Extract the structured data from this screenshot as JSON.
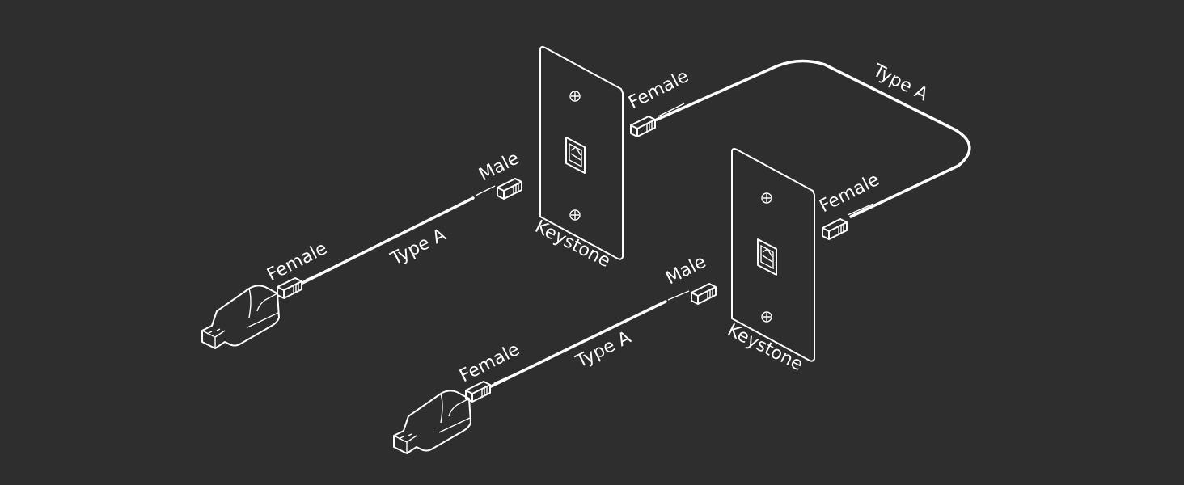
{
  "colors": {
    "background": "#2e2e2e",
    "line": "#ffffff"
  },
  "labels": {
    "upper_left_female": "Female",
    "upper_left_type": "Type A",
    "upper_left_male": "Male",
    "keystone_1": "Keystone",
    "link_female_1": "Female",
    "link_type": "Type A",
    "link_female_2": "Female",
    "lower_female": "Female",
    "lower_type": "Type A",
    "lower_male": "Male",
    "keystone_2": "Keystone"
  }
}
